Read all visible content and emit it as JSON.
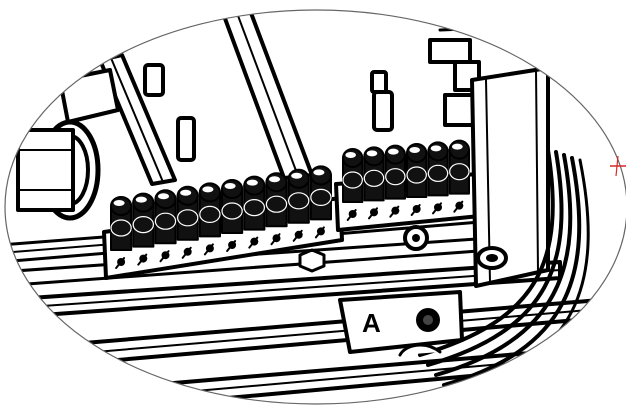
{
  "drawing": {
    "callout_letter": "A",
    "colors": {
      "ink": "#000000",
      "paper": "#ffffff",
      "outline": "#666666",
      "leader": "#d62828"
    },
    "terminal_block_left": {
      "terminal_count": 10
    },
    "terminal_block_right": {
      "terminal_count": 6
    }
  }
}
